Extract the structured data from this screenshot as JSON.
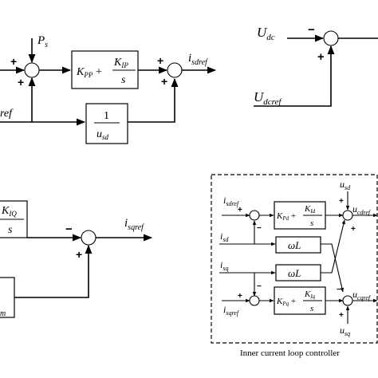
{
  "block_power": {
    "input_left": "",
    "input_top": "P",
    "input_top_sub": "s",
    "input_bottom_left": "ref",
    "pi_label": "K",
    "pi_label_sub": "PP",
    "pi_plus": "+",
    "pi_num": "K",
    "pi_num_sub": "IP",
    "pi_den": "s",
    "ff_num": "1",
    "ff_den": "u",
    "ff_den_sub": "sd",
    "output": "i",
    "output_sub": "sdref",
    "sign_left": "+",
    "sign_left_bottom": "+",
    "sign_top": "",
    "sign_out_left": "+",
    "sign_out_bottom": "+"
  },
  "block_dc": {
    "input_top": "U",
    "input_top_sub": "dc",
    "input_bottom": "U",
    "input_bottom_sub": "dcref",
    "sign_minus": "−",
    "sign_plus": "+"
  },
  "block_q": {
    "pi_num": "K",
    "pi_num_sub": "IQ",
    "pi_den": "s",
    "output": "i",
    "output_sub": "sqref",
    "sign_minus": "−",
    "sign_plus": "+",
    "partial_sub": "m"
  },
  "inner_loop": {
    "caption": "Inner current loop controller",
    "in_sdref": "i",
    "in_sdref_sub": "sdref",
    "in_sd": "i",
    "in_sd_sub": "sd",
    "in_sq": "i",
    "in_sq_sub": "sq",
    "in_sqref": "i",
    "in_sqref_sub": "sqref",
    "usd": "u",
    "usd_sub": "sd",
    "usq": "u",
    "usq_sub": "sq",
    "out_d": "u",
    "out_d_sub": "cdref",
    "out_q": "u",
    "out_q_sub": "cqref",
    "pid_k": "K",
    "pid_k_sub": "Pd",
    "pid_num": "K",
    "pid_num_sub": "Id",
    "pid_den": "s",
    "piq_k": "K",
    "piq_k_sub": "Pq",
    "piq_num": "K",
    "piq_num_sub": "Iq",
    "piq_den": "s",
    "wl": "ωL",
    "plus": "+",
    "minus": "−"
  }
}
